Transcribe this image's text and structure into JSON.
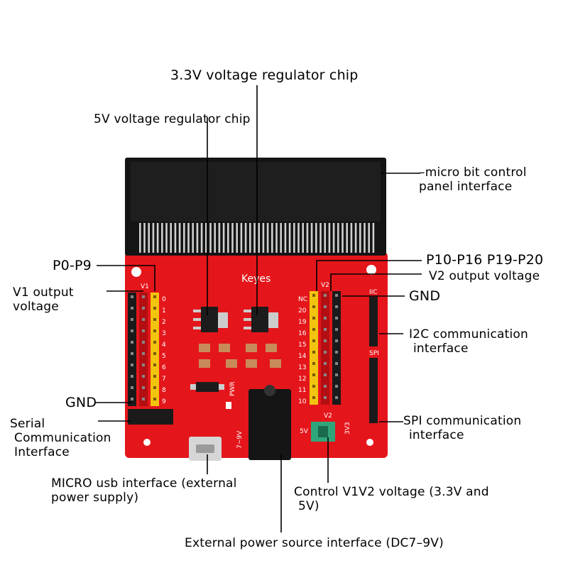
{
  "labels": {
    "reg33": "3.3V voltage regulator chip",
    "reg5": "5V voltage regulator chip",
    "microbit_line1": "micro bit control",
    "microbit_line2": "panel interface",
    "p0p9": "P0-P9",
    "p10p20": "P10-P16  P19-P20",
    "v2out": "V2 output voltage",
    "v1out_line1": "V1 output",
    "v1out_line2": "voltage",
    "gnd_right": "GND",
    "i2c_line1": "I2C communication",
    "i2c_line2": "interface",
    "gnd_left": "GND",
    "serial_line1": "Serial",
    "serial_line2": "Communication",
    "serial_line3": "Interface",
    "spi_line1": "SPI communication",
    "spi_line2": "interface",
    "usb_line1": "MICRO usb interface (external",
    "usb_line2": "power supply)",
    "ctrl_line1": "Control V1V2 voltage (3.3V and",
    "ctrl_line2": "5V)",
    "dc_power": "External power source interface (DC7–9V)"
  },
  "board": {
    "brand": "Keyes",
    "left_pin_numbers": [
      "0",
      "1",
      "2",
      "3",
      "4",
      "5",
      "6",
      "7",
      "8",
      "9"
    ],
    "right_pin_numbers": [
      "NC",
      "20",
      "19",
      "16",
      "15",
      "14",
      "13",
      "12",
      "11",
      "10"
    ],
    "i2c_header": "IIC",
    "spi_header": "SPI",
    "v1_label": "V1",
    "v2_label": "V2",
    "jumper_5v": "5V",
    "jumper_3v3": "3V3",
    "dc_rating": "7~9V",
    "pwr_label": "PWR",
    "colors": {
      "pcb": "#e4161b",
      "header_yellow": "#f2c40f",
      "header_black": "#1a1a1a",
      "slot": "#111111",
      "jumper": "#2fa67a"
    }
  }
}
